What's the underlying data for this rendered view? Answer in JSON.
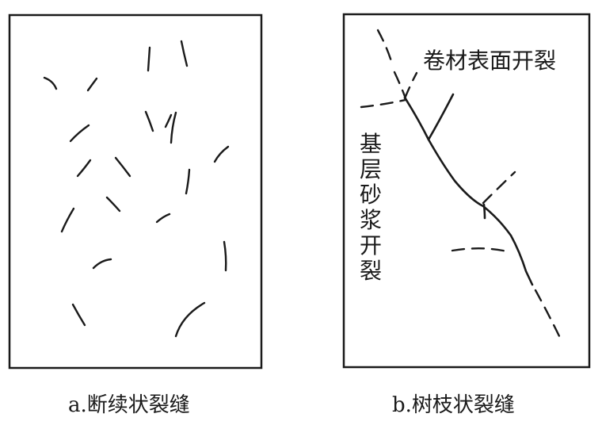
{
  "panel_a": {
    "caption": "a.断续状裂缝"
  },
  "panel_b": {
    "caption": "b.树枝状裂缝",
    "surface_crack_label": "卷材表面开裂",
    "base_crack_label": "基层砂浆开裂"
  }
}
